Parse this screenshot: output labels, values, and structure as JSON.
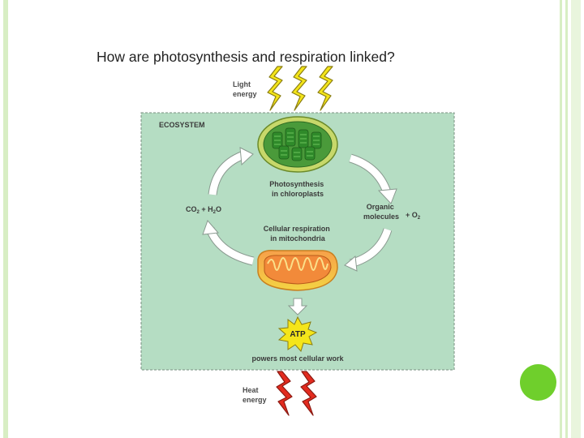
{
  "slide": {
    "title": "How are photosynthesis and respiration linked?"
  },
  "diagram": {
    "light_label_1": "Light",
    "light_label_2": "energy",
    "ecosystem_label": "ECOSYSTEM",
    "photo_line1": "Photosynthesis",
    "photo_line2": "in chloroplasts",
    "cellular_line1": "Cellular respiration",
    "cellular_line2": "in mitochondria",
    "co2_label": "CO",
    "co2_sub": "2",
    "h2o_label": " + H",
    "h2o_sub": "2",
    "h2o_tail": "O",
    "organic_line1": "Organic",
    "organic_line2": "molecules",
    "o2_label": "+ O",
    "o2_sub": "2",
    "atp_label": "ATP",
    "powers_label": "powers most cellular work",
    "heat_label_1": "Heat",
    "heat_label_2": "energy"
  },
  "colors": {
    "ecosystem_bg": "#b5ddc3",
    "accent_dot": "#6fcf2c",
    "lightning": "#f4e51a",
    "heat": "#e32b1f"
  }
}
